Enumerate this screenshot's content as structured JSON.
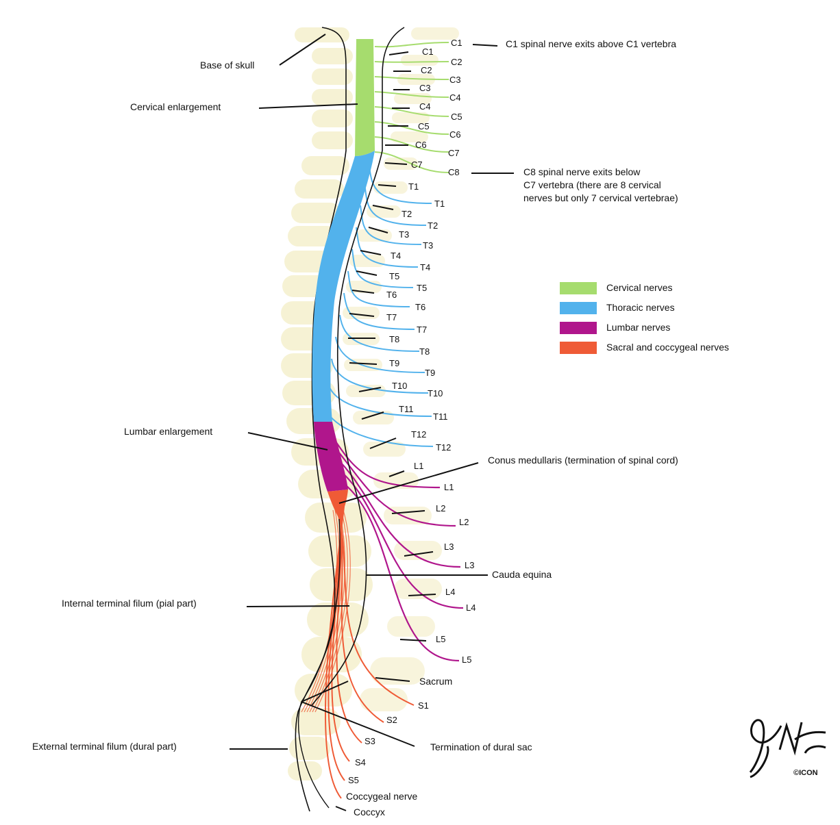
{
  "colors": {
    "cervical": "#a6dc6e",
    "thoracic": "#52b2ec",
    "lumbar": "#b0168c",
    "sacral": "#ef5b36",
    "bone": "#f3edc5",
    "dura": "#111111"
  },
  "callouts": [
    {
      "id": "base-of-skull",
      "text": "Base of skull"
    },
    {
      "id": "cervical-enlargement",
      "text": "Cervical enlargement"
    },
    {
      "id": "c1-note",
      "text": "C1 spinal nerve exits above C1 vertebra"
    },
    {
      "id": "c8-note-1",
      "text": "C8 spinal nerve exits below"
    },
    {
      "id": "c8-note-2",
      "text": "C7 vertebra (there are 8 cervical"
    },
    {
      "id": "c8-note-3",
      "text": "nerves but only 7 cervical vertebrae)"
    },
    {
      "id": "lumbar-enlargement",
      "text": "Lumbar enlargement"
    },
    {
      "id": "conus-medullaris",
      "text": "Conus medullaris (termination of spinal cord)"
    },
    {
      "id": "cauda-equina",
      "text": "Cauda equina"
    },
    {
      "id": "internal-filum",
      "text": "Internal terminal filum (pial part)"
    },
    {
      "id": "sacrum",
      "text": "Sacrum"
    },
    {
      "id": "dural-sac",
      "text": "Termination of dural sac"
    },
    {
      "id": "external-filum",
      "text": "External terminal filum (dural part)"
    },
    {
      "id": "coccygeal-nerve",
      "text": "Coccygeal nerve"
    },
    {
      "id": "coccyx",
      "text": "Coccyx"
    }
  ],
  "vertebra_labels": [
    "C1",
    "C2",
    "C3",
    "C4",
    "C5",
    "C6",
    "C7",
    "T1",
    "T2",
    "T3",
    "T4",
    "T5",
    "T6",
    "T7",
    "T8",
    "T9",
    "T10",
    "T11",
    "T12",
    "L1",
    "L2",
    "L3",
    "L4",
    "L5"
  ],
  "nerve_labels": [
    "C1",
    "C2",
    "C3",
    "C4",
    "C5",
    "C6",
    "C7",
    "C8",
    "T1",
    "T2",
    "T3",
    "T4",
    "T5",
    "T6",
    "T7",
    "T8",
    "T9",
    "T10",
    "T11",
    "T12",
    "L1",
    "L2",
    "L3",
    "L4",
    "L5",
    "S1",
    "S2",
    "S3",
    "S4",
    "S5"
  ],
  "legend": [
    {
      "label": "Cervical nerves",
      "color": "#a6dc6e"
    },
    {
      "label": "Thoracic nerves",
      "color": "#52b2ec"
    },
    {
      "label": "Lumbar nerves",
      "color": "#b0168c"
    },
    {
      "label": "Sacral and coccygeal nerves",
      "color": "#ef5b36"
    }
  ],
  "signature": {
    "text": "F. Netter M.D.",
    "mark": "©ICON"
  }
}
